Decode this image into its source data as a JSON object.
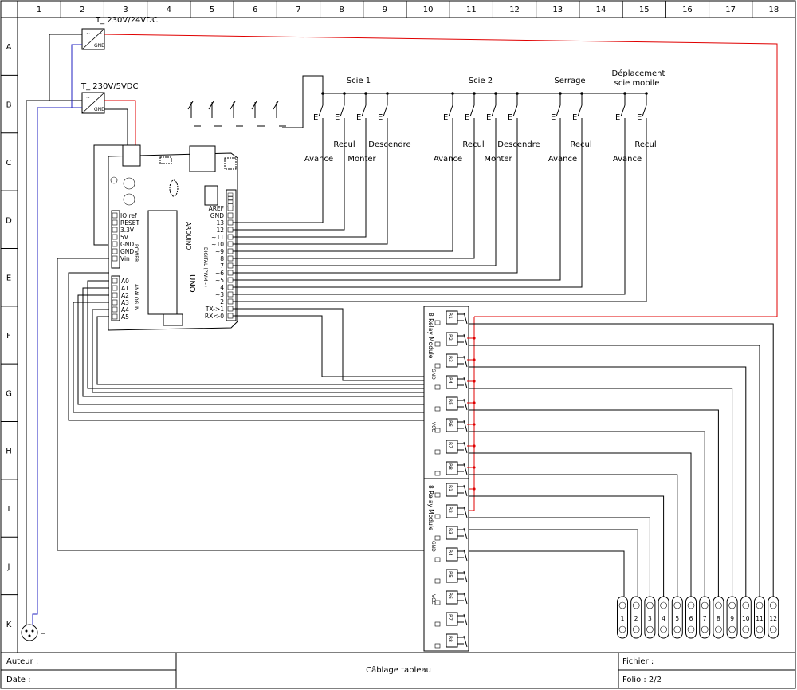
{
  "title_block": {
    "author_label": "Auteur :",
    "date_label": "Date :",
    "title": "Câblage tableau",
    "file_label": "Fichier :",
    "folio": "Folio : 2/2"
  },
  "grid": {
    "columns": [
      "1",
      "2",
      "3",
      "4",
      "5",
      "6",
      "7",
      "8",
      "9",
      "10",
      "11",
      "12",
      "13",
      "14",
      "15",
      "16",
      "17",
      "18"
    ],
    "rows": [
      "A",
      "B",
      "C",
      "D",
      "E",
      "F",
      "G",
      "H",
      "I",
      "J",
      "K"
    ]
  },
  "power": {
    "psu24": "T_ 230V/24VDC",
    "psu5": "T_ 230V/5VDC"
  },
  "groups": {
    "scie1": "Scie 1",
    "scie2": "Scie 2",
    "serrage": "Serrage",
    "deplacement_line1": "Déplacement",
    "deplacement_line2": "scie mobile"
  },
  "switch_labels": {
    "avance": "Avance",
    "recul": "Recul",
    "monter": "Monter",
    "descendre": "Descendre"
  },
  "arduino": {
    "power_pins": [
      "IO ref",
      "RESET",
      "3.3V",
      "5V",
      "GND",
      "GND",
      "Vin"
    ],
    "analog_pins": [
      "A0",
      "A1",
      "A2",
      "A3",
      "A4",
      "A5"
    ],
    "digital_pins": [
      "AREF",
      "GND",
      "13",
      "12",
      "~11",
      "~10",
      "~9",
      "8",
      "7",
      "~6",
      "~5",
      "4",
      "~3",
      "2",
      "TX->1",
      "RX<-0"
    ],
    "power_header": "POWER",
    "analog_header": "ANALOG IN",
    "digital_header": "DIGITAL (PWM~)",
    "brand": "ARDUINO",
    "model": "UNO"
  },
  "relay_module": {
    "title": "8 Relay Module",
    "relays": [
      "R1",
      "R2",
      "R3",
      "R4",
      "R5",
      "R6",
      "R7",
      "R8"
    ],
    "pin_gnd": "GND",
    "pin_vcc": "VCC"
  },
  "terminals": [
    "1",
    "2",
    "3",
    "4",
    "5",
    "6",
    "7",
    "8",
    "9",
    "10",
    "11",
    "12"
  ],
  "colors": {
    "wire_red": "#e00000",
    "wire_blue": "#2020c0",
    "wire_black": "#000000"
  }
}
